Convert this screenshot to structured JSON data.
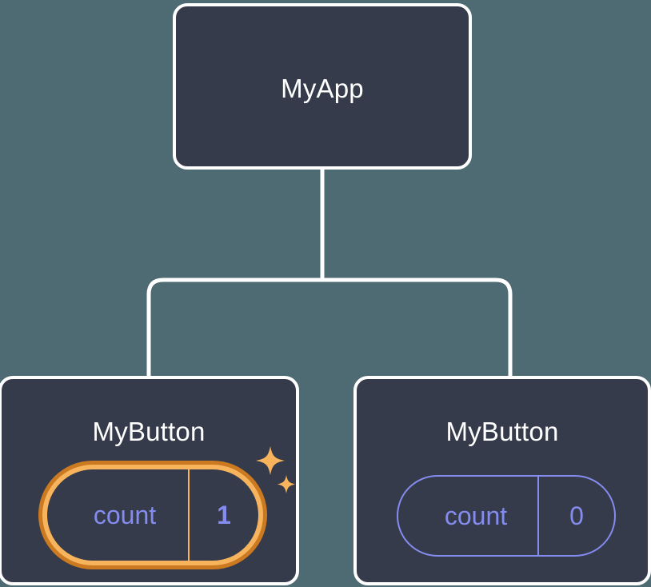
{
  "diagram": {
    "type": "component-tree",
    "background_color": "#4e6a73",
    "node_fill_color": "#353b4a",
    "node_border_color": "#ffffff",
    "edge_color": "#ffffff",
    "accent_color": "#858cf0",
    "highlight_outer_color": "#cb7a22",
    "highlight_inner_color": "#f8b45c",
    "nodes": [
      {
        "id": "myapp",
        "title": "MyApp",
        "state": null,
        "highlighted": false
      },
      {
        "id": "mybutton-left",
        "title": "MyButton",
        "state": {
          "key": "count",
          "value": "1"
        },
        "highlighted": true,
        "sparkle_icons": [
          "sparkle-large-icon",
          "sparkle-small-icon"
        ]
      },
      {
        "id": "mybutton-right",
        "title": "MyButton",
        "state": {
          "key": "count",
          "value": "0"
        },
        "highlighted": false
      }
    ],
    "edges": [
      {
        "from": "myapp",
        "to": "mybutton-left"
      },
      {
        "from": "myapp",
        "to": "mybutton-right"
      }
    ]
  }
}
